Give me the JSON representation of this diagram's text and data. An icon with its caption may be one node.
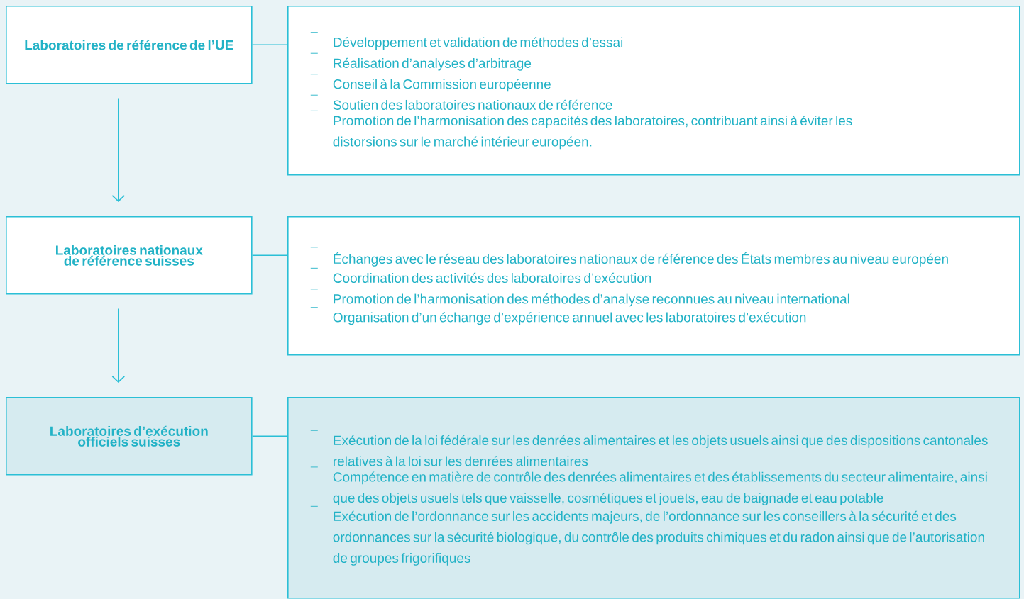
{
  "diagram": {
    "nodes": [
      {
        "text": [
          "Laboratoires de référence de l’UE"
        ]
      },
      {
        "text": [
          "Développement et validation de méthodes d’essai",
          "Réalisation d’analyses d’arbitrage",
          "Conseil à la Commission européenne",
          "Soutien des laboratoires nationaux de référence",
          "Promotion de l’harmonisation des capacités des laboratoires, contribuant ainsi à éviter les distorsions sur le marché intérieur européen."
        ]
      },
      {
        "text": [
          "Laboratoires nationaux de référence suisses"
        ]
      },
      {
        "text": [
          "Échanges avec le réseau des laboratoires nationaux de référence des États membres au niveau européen",
          "Coordination des activités des laboratoires d’exécution",
          "Promotion de l’harmonisation des méthodes d’analyse reconnues au niveau international",
          "Organisation d’un échange d’expérience annuel avec les laboratoires d’exécution"
        ]
      },
      {
        "text": [
          "Laboratoires d’exécution officiels suisses"
        ]
      },
      {
        "text": [
          "Exécution de la loi fédérale sur les denrées alimentaires et les objets usuels ainsi que des dispositions cantonales relatives à la loi sur les denrées alimentaires",
          "Compétence en matière de contrôle des denrées alimentaires et des établissements du secteur alimentaire, ainsi que des objets usuels tels que vaisselle, cosmétiques et jouets, eau de baignade et eau potable",
          "Exécution de l’ordonnance sur les accidents majeurs, de l’ordonnance sur les conseillers à la sécurité et des ordonnances sur la sécurité biologique, du contrôle des produits chimiques et du radon ainsi que de l’autorisation de groupes frigorifiques"
        ]
      }
    ],
    "edges": [
      {
        "from": 0,
        "to": 1,
        "arrow": "none"
      },
      {
        "from": 0,
        "to": 2,
        "arrow": "to"
      },
      {
        "from": 2,
        "to": 3,
        "arrow": "none"
      },
      {
        "from": 2,
        "to": 4,
        "arrow": "to"
      },
      {
        "from": 4,
        "to": 5,
        "arrow": "none"
      }
    ]
  }
}
